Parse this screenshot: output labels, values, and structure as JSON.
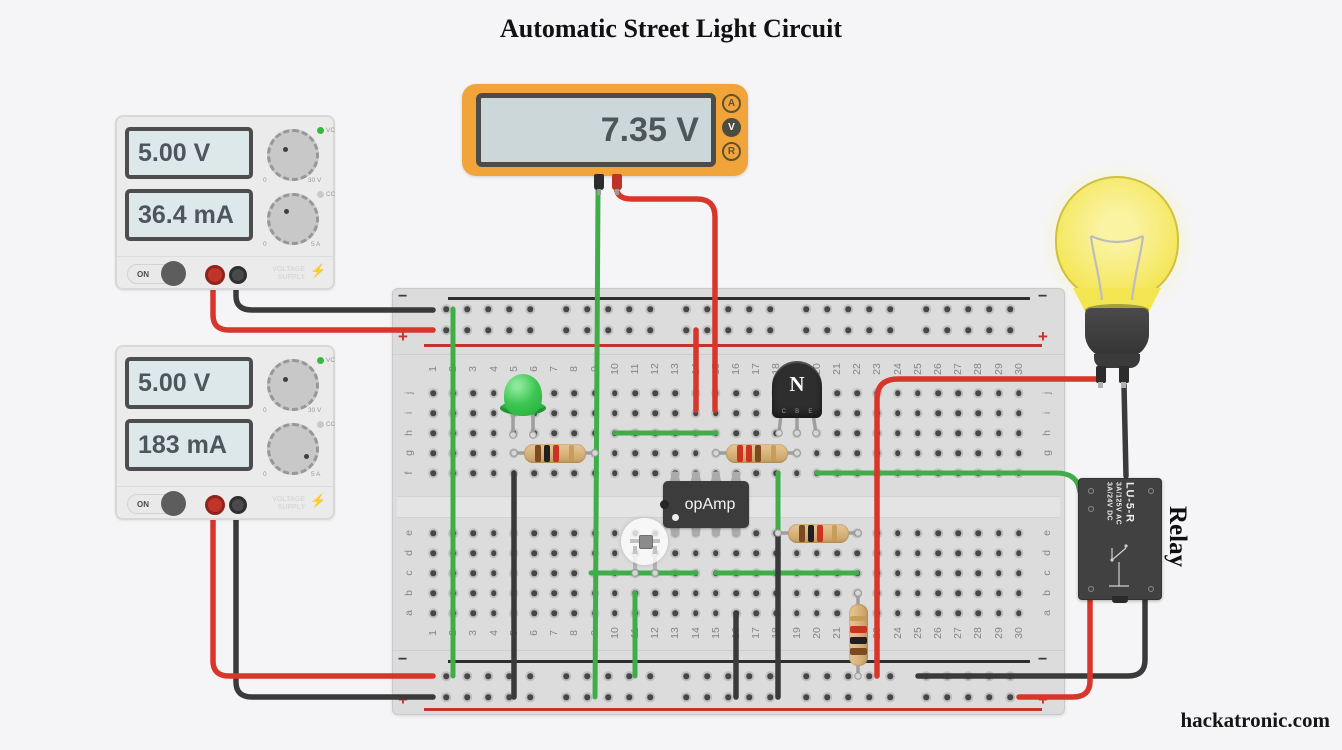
{
  "title": "Automatic Street Light Circuit",
  "watermark": "hackatronic.com",
  "icons": {
    "bolt": "⚡"
  },
  "multimeter": {
    "reading": "7.35 V",
    "mode_buttons": [
      "A",
      "V",
      "R"
    ],
    "active_mode": "V"
  },
  "power_supplies": [
    {
      "voltage": "5.00 V",
      "current": "36.4 mA",
      "on_label": "ON",
      "vc_label": "VC",
      "cc_label": "CC",
      "voltage_knob_min": "0",
      "voltage_knob_max": "30 V",
      "current_knob_min": "0",
      "current_knob_max": "5 A",
      "brand_line1": "VOLTAGE",
      "brand_line2": "SUPPLY"
    },
    {
      "voltage": "5.00 V",
      "current": "183 mA",
      "on_label": "ON",
      "vc_label": "VC",
      "cc_label": "CC",
      "voltage_knob_min": "0",
      "voltage_knob_max": "30 V",
      "current_knob_min": "0",
      "current_knob_max": "5 A",
      "brand_line1": "VOLTAGE",
      "brand_line2": "SUPPLY"
    }
  ],
  "breadboard": {
    "column_numbers": [
      "1",
      "2",
      "3",
      "4",
      "5",
      "6",
      "7",
      "8",
      "9",
      "10",
      "11",
      "12",
      "13",
      "14",
      "15",
      "16",
      "17",
      "18",
      "19",
      "20",
      "21",
      "22",
      "23",
      "24",
      "25",
      "26",
      "27",
      "28",
      "29",
      "30"
    ],
    "top_row_letters": [
      "j",
      "i",
      "h",
      "g",
      "f"
    ],
    "bottom_row_letters": [
      "e",
      "d",
      "c",
      "b",
      "a"
    ],
    "minus_label": "−",
    "plus_label": "+"
  },
  "components": {
    "transistor": {
      "label": "N",
      "pin_labels": [
        "C",
        "B",
        "E"
      ]
    },
    "opamp": {
      "label": "opAmp"
    },
    "relay": {
      "model": "LU-5-R",
      "rating_ac": "3A/125V AC",
      "rating_dc": "3A/24V DC",
      "annotation": "Relay"
    }
  },
  "colors": {
    "wire_green": "#3fae49",
    "wire_red": "#d8362a",
    "wire_black": "#3a3a3a",
    "multimeter_body": "#f0a43a",
    "board_bg": "#dcdcdc",
    "display_bg": "#ccd7d9",
    "display_text": "#4c565c",
    "rail_red": "#c23429",
    "rail_black": "#2e2e2e",
    "bulb_yellow": "#f4e552"
  }
}
